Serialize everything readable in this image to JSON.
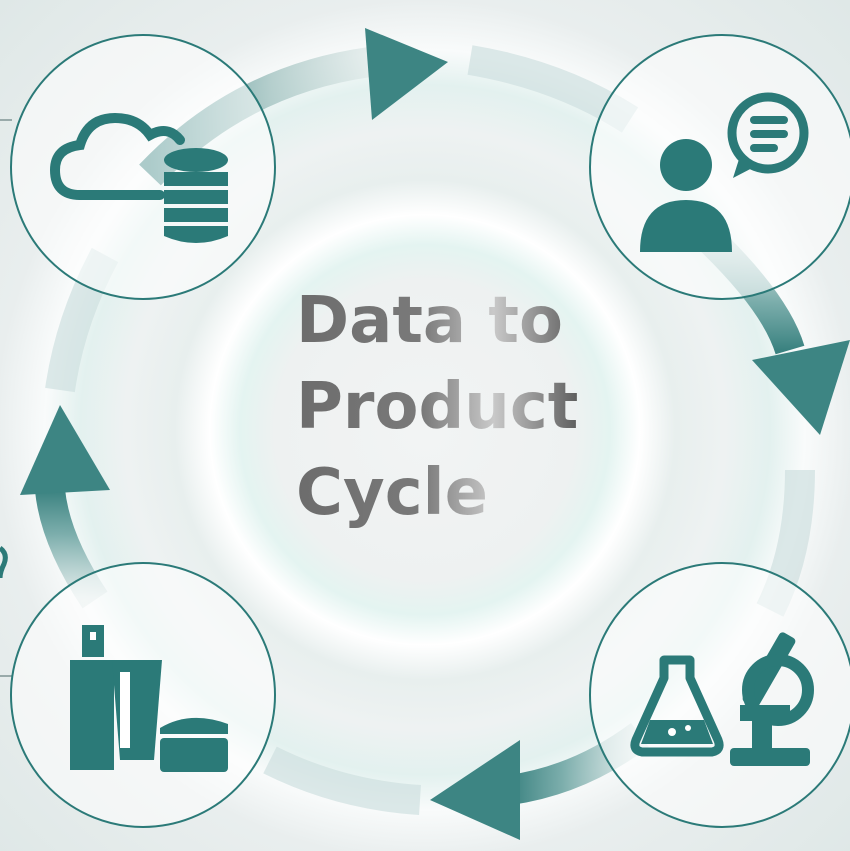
{
  "title": {
    "line1": "Data to",
    "line2": "Product",
    "line3": "Cycle"
  },
  "colors": {
    "accent": "#2b7a78",
    "arrow": "#3d8583",
    "title_gray": "#6f6f6f"
  },
  "stages": [
    {
      "icon": "cloud-database-icon"
    },
    {
      "icon": "user-speech-bubble-icon"
    },
    {
      "icon": "flask-microscope-icon"
    },
    {
      "icon": "cosmetic-products-icon"
    }
  ]
}
